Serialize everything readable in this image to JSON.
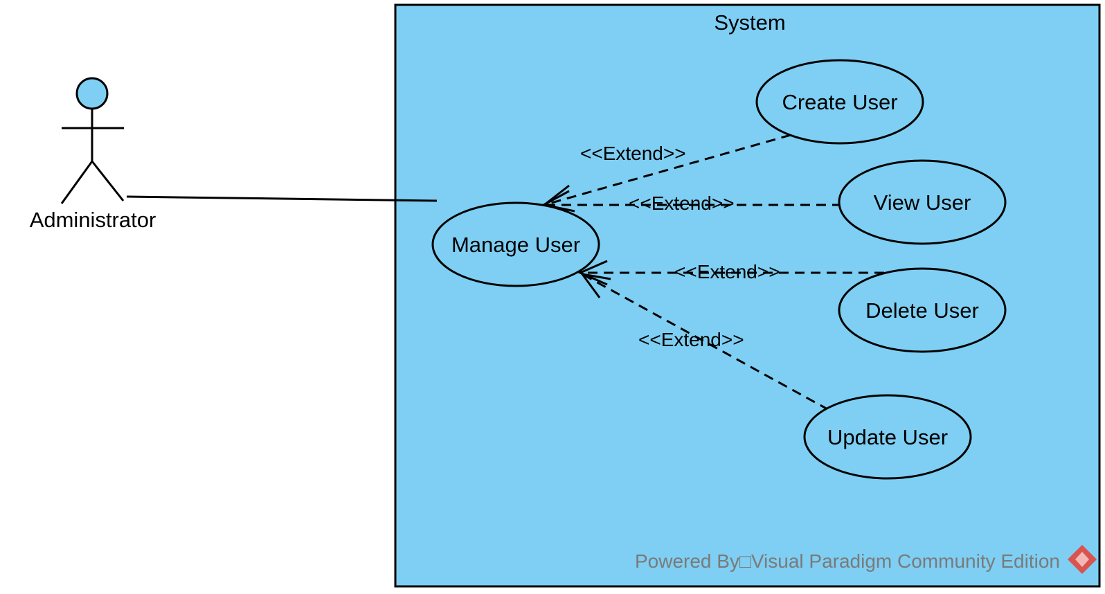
{
  "system": {
    "title": "System"
  },
  "actor": {
    "name": "Administrator"
  },
  "use_cases": {
    "manage": "Manage User",
    "create": "Create User",
    "view": "View User",
    "delete": "Delete User",
    "update": "Update User"
  },
  "relations": {
    "extend_create": "<<Extend>>",
    "extend_view": "<<Extend>>",
    "extend_delete": "<<Extend>>",
    "extend_update": "<<Extend>>"
  },
  "footer": {
    "text": "Powered By□Visual Paradigm Community Edition"
  },
  "colors": {
    "system_fill": "#7ECFF3",
    "actor_head": "#7ECFF3",
    "stroke": "#000000",
    "footer_text": "#7a7a7a",
    "logo": "#d9534f"
  }
}
